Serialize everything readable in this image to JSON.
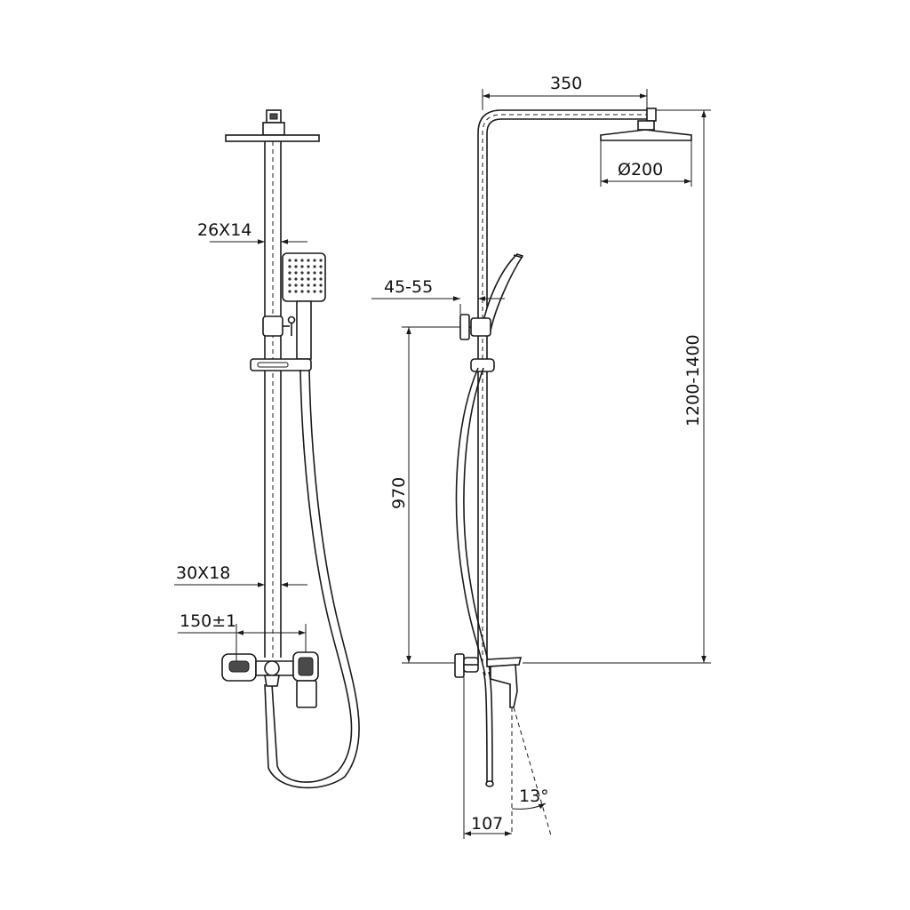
{
  "dimensions": {
    "arm_length": "350",
    "head_diameter": "Ø200",
    "bar_profile": "26X14",
    "holder_range": "45-55",
    "height_range": "1200-1400",
    "mixer_height": "970",
    "pipe_profile": "30X18",
    "inlet_spacing": "150±1",
    "spout_angle": "13°",
    "spout_projection": "107"
  }
}
